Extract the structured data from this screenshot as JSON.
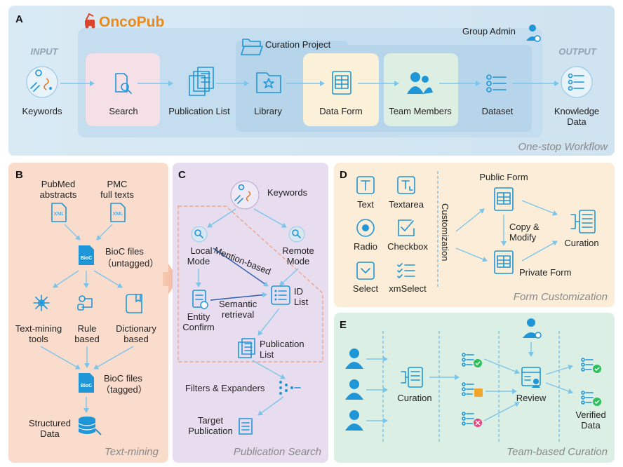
{
  "app": {
    "logo_text": "OncoPub"
  },
  "colors": {
    "accent": "#1e96d8",
    "arrow": "#7cc5ea",
    "panel_a_bg": "#d6e8f3",
    "panel_b_bg": "#f9dccb",
    "panel_c_bg": "#e6dcef",
    "panel_d_bg": "#fbedd6",
    "panel_e_bg": "#dbeee5"
  },
  "panelA": {
    "letter": "A",
    "input_label": "INPUT",
    "output_label": "OUTPUT",
    "group_admin": "Group Admin",
    "curation_project": "Curation Project",
    "steps": {
      "keywords": "Keywords",
      "search": "Search",
      "publication_list": "Publication List",
      "library": "Library",
      "data_form": "Data Form",
      "team_members": "Team Members",
      "dataset": "Dataset"
    },
    "output_l1": "Knowledge",
    "output_l2": "Data",
    "footer": "One-stop Workflow"
  },
  "panelB": {
    "letter": "B",
    "pubmed_l1": "PubMed",
    "pubmed_l2": "abstracts",
    "pmc_l1": "PMC",
    "pmc_l2": "full texts",
    "xml": "XML",
    "bioc": "BioC",
    "bioc_untagged_l1": "BioC files",
    "bioc_untagged_l2": "（untagged）",
    "textmining_l1": "Text-mining",
    "textmining_l2": "tools",
    "rule_l1": "Rule",
    "rule_l2": "based",
    "dict_l1": "Dictionary",
    "dict_l2": "based",
    "bioc_tagged_l1": "BioC files",
    "bioc_tagged_l2": "（tagged）",
    "structured_l1": "Structured",
    "structured_l2": "Data",
    "footer": "Text-mining"
  },
  "panelC": {
    "letter": "C",
    "keywords": "Keywords",
    "local_l1": "Local",
    "local_l2": "Mode",
    "remote_l1": "Remote",
    "remote_l2": "Mode",
    "mention": "Mention-based",
    "entity_l1": "Entity",
    "entity_l2": "Confirm",
    "semantic_l1": "Semantic",
    "semantic_l2": "retrieval",
    "id_l1": "ID",
    "id_l2": "List",
    "publist_l1": "Publication",
    "publist_l2": "List",
    "filters": "Filters & Expanders",
    "target_l1": "Target",
    "target_l2": "Publication",
    "footer": "Publication Search"
  },
  "panelD": {
    "letter": "D",
    "text": "Text",
    "textarea": "Textarea",
    "radio": "Radio",
    "checkbox": "Checkbox",
    "select": "Select",
    "xmselect": "xmSelect",
    "customization": "Customization",
    "public_form": "Public Form",
    "copy_l1": "Copy &",
    "copy_l2": "Modify",
    "private_form": "Private Form",
    "curation": "Curation",
    "footer": "Form Customization"
  },
  "panelE": {
    "letter": "E",
    "curation": "Curation",
    "review": "Review",
    "verified_l1": "Verified",
    "verified_l2": "Data",
    "footer": "Team-based Curation"
  }
}
